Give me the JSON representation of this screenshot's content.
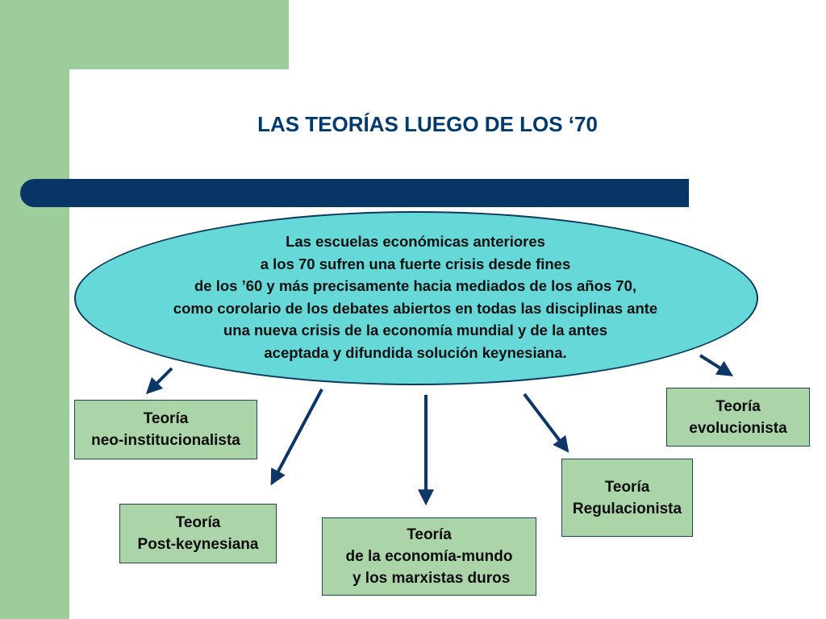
{
  "title": "LAS TEORÍAS LUEGO DE LOS ‘70",
  "central": {
    "lines": [
      "Las escuelas económicas anteriores",
      "a los 70 sufren una fuerte crisis desde fines",
      "de los ’60 y más precisamente  hacia mediados de los años 70,",
      "como corolario de los debates abiertos en todas las disciplinas ante",
      "una nueva crisis de la economía mundial y de la antes",
      "aceptada y difundida solución keynesiana."
    ]
  },
  "theories": [
    {
      "lines": [
        "Teoría",
        "neo-institucionalista"
      ]
    },
    {
      "lines": [
        "Teoría",
        "Post-keynesiana"
      ]
    },
    {
      "lines": [
        "Teoría",
        "de la economía-mundo",
        " y los marxistas duros"
      ]
    },
    {
      "lines": [
        "Teoría",
        "Regulacionista"
      ]
    },
    {
      "lines": [
        "Teoría",
        "evolucionista"
      ]
    }
  ],
  "colors": {
    "title": "#003a6c",
    "bar": "#063566",
    "ellipse": "#66d8d8",
    "box": "#acd4a9",
    "background_accent": "#9dcd9a",
    "arrow": "#0d3766"
  }
}
